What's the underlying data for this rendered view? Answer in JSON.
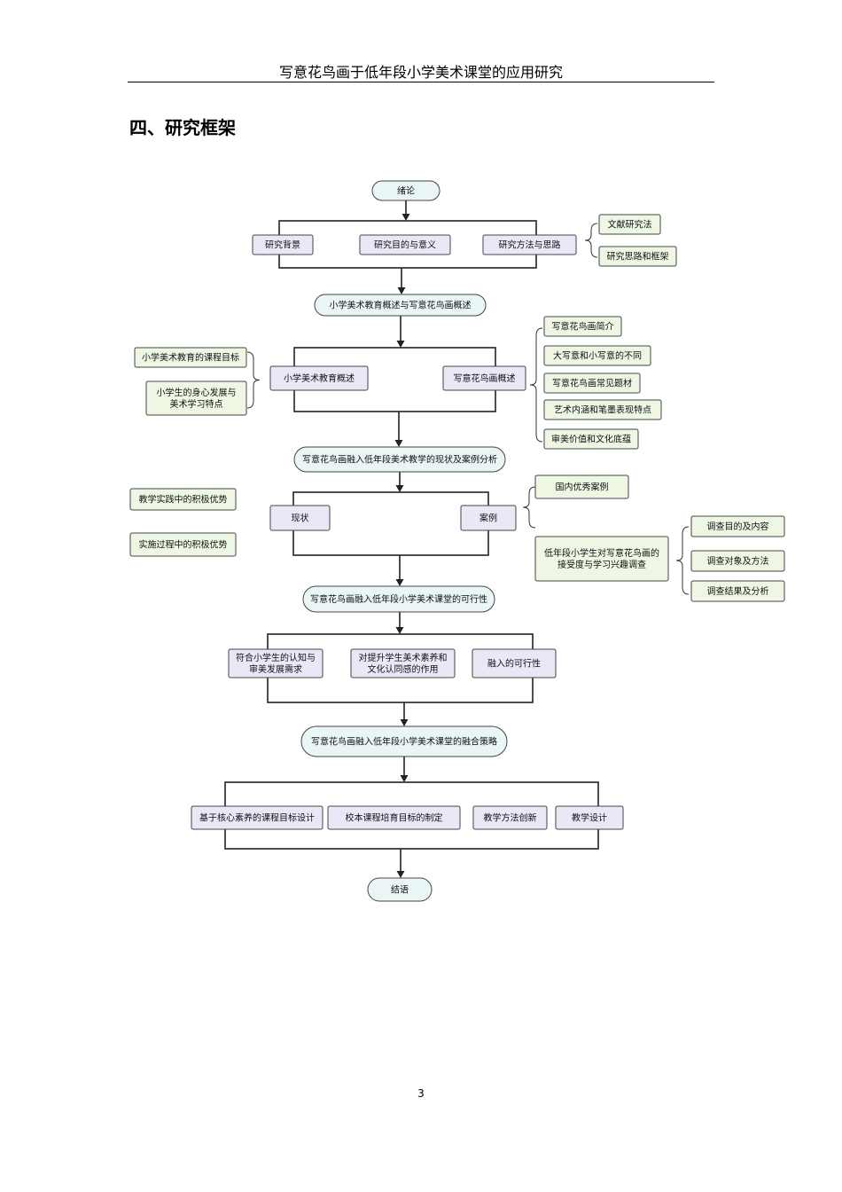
{
  "header": {
    "running_title": "写意花鸟画于低年段小学美术课堂的应用研究"
  },
  "section": {
    "title": "四、研究框架"
  },
  "page": {
    "number": "3"
  },
  "colors": {
    "pill_fill": "#eaf6f6",
    "box_fill": "#e9e8f7",
    "note_fill": "#eef6e4",
    "stroke": "#444444",
    "line": "#222222"
  },
  "flowchart": {
    "nodes": [
      {
        "id": "intro",
        "shape": "pill",
        "lines": [
          "绪论"
        ]
      },
      {
        "id": "bg",
        "shape": "box",
        "lines": [
          "研究背景"
        ]
      },
      {
        "id": "purpose",
        "shape": "box",
        "lines": [
          "研究目的与意义"
        ]
      },
      {
        "id": "method",
        "shape": "box",
        "lines": [
          "研究方法与思路"
        ]
      },
      {
        "id": "lit",
        "shape": "note",
        "lines": [
          "文献研究法"
        ]
      },
      {
        "id": "frame",
        "shape": "note",
        "lines": [
          "研究思路和框架"
        ]
      },
      {
        "id": "ov",
        "shape": "pill",
        "lines": [
          "小学美术教育概述与写意花鸟画概述"
        ]
      },
      {
        "id": "ae",
        "shape": "box",
        "lines": [
          "小学美术教育概述"
        ]
      },
      {
        "id": "xy",
        "shape": "box",
        "lines": [
          "写意花鸟画概述"
        ]
      },
      {
        "id": "goal",
        "shape": "note",
        "lines": [
          "小学美术教育的课程目标"
        ]
      },
      {
        "id": "stud",
        "shape": "note",
        "lines": [
          "小学生的身心发展与",
          "美术学习特点"
        ]
      },
      {
        "id": "x1",
        "shape": "note",
        "lines": [
          "写意花鸟画简介"
        ]
      },
      {
        "id": "x2",
        "shape": "note",
        "lines": [
          "大写意和小写意的不同"
        ]
      },
      {
        "id": "x3",
        "shape": "note",
        "lines": [
          "写意花鸟画常见题材"
        ]
      },
      {
        "id": "x4",
        "shape": "note",
        "lines": [
          "艺术内涵和笔墨表现特点"
        ]
      },
      {
        "id": "x5",
        "shape": "note",
        "lines": [
          "审美价值和文化底蕴"
        ]
      },
      {
        "id": "st",
        "shape": "pill",
        "lines": [
          "写意花鸟画融入低年段美术教学的现状及案例分析"
        ]
      },
      {
        "id": "cur",
        "shape": "box",
        "lines": [
          "现状"
        ]
      },
      {
        "id": "case",
        "shape": "box",
        "lines": [
          "案例"
        ]
      },
      {
        "id": "p1",
        "shape": "note",
        "lines": [
          "教学实践中的积极优势"
        ]
      },
      {
        "id": "p2",
        "shape": "note",
        "lines": [
          "实施过程中的积极优势"
        ]
      },
      {
        "id": "dom",
        "shape": "note",
        "lines": [
          "国内优秀案例"
        ]
      },
      {
        "id": "srv",
        "shape": "note",
        "lines": [
          "低年段小学生对写意花鸟画的",
          "接受度与学习兴趣调查"
        ]
      },
      {
        "id": "s1",
        "shape": "note",
        "lines": [
          "调查目的及内容"
        ]
      },
      {
        "id": "s2",
        "shape": "note",
        "lines": [
          "调查对象及方法"
        ]
      },
      {
        "id": "s3",
        "shape": "note",
        "lines": [
          "调查结果及分析"
        ]
      },
      {
        "id": "fz",
        "shape": "pill",
        "lines": [
          "写意花鸟画融入低年段小学美术课堂的可行性"
        ]
      },
      {
        "id": "f1",
        "shape": "box",
        "lines": [
          "符合小学生的认知与",
          "审美发展需求"
        ]
      },
      {
        "id": "f2",
        "shape": "box",
        "lines": [
          "对提升学生美术素养和",
          "文化认同感的作用"
        ]
      },
      {
        "id": "f3",
        "shape": "box",
        "lines": [
          "融入的可行性"
        ]
      },
      {
        "id": "sg",
        "shape": "pill",
        "lines": [
          "写意花鸟画融入低年段小学美术课堂的融合策略"
        ]
      },
      {
        "id": "g1",
        "shape": "box",
        "lines": [
          "基于核心素养的课程目标设计"
        ]
      },
      {
        "id": "g2",
        "shape": "box",
        "lines": [
          "校本课程培育目标的制定"
        ]
      },
      {
        "id": "g3",
        "shape": "box",
        "lines": [
          "教学方法创新"
        ]
      },
      {
        "id": "g4",
        "shape": "box",
        "lines": [
          "教学设计"
        ]
      },
      {
        "id": "end",
        "shape": "pill",
        "lines": [
          "结语"
        ]
      }
    ]
  }
}
